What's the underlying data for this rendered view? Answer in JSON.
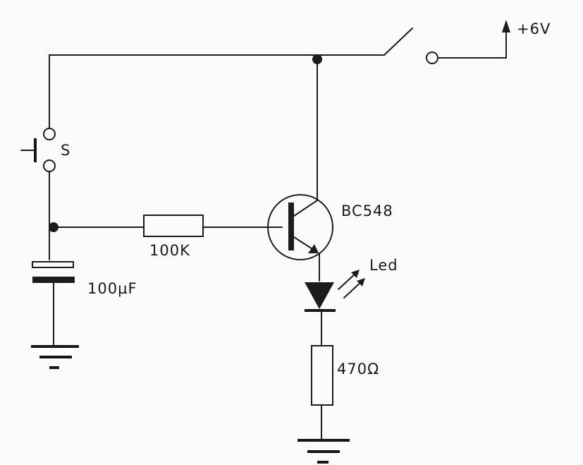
{
  "supply": {
    "label": "+6V"
  },
  "switch_s": {
    "label": "S"
  },
  "resistor_base": {
    "label": "100K"
  },
  "capacitor": {
    "label": "100µF"
  },
  "transistor": {
    "label": "BC548"
  },
  "led": {
    "label": "Led"
  },
  "resistor_led": {
    "label": "470Ω"
  },
  "colors": {
    "ink": "#1c1c1c",
    "paper": "#fbfbfa"
  }
}
